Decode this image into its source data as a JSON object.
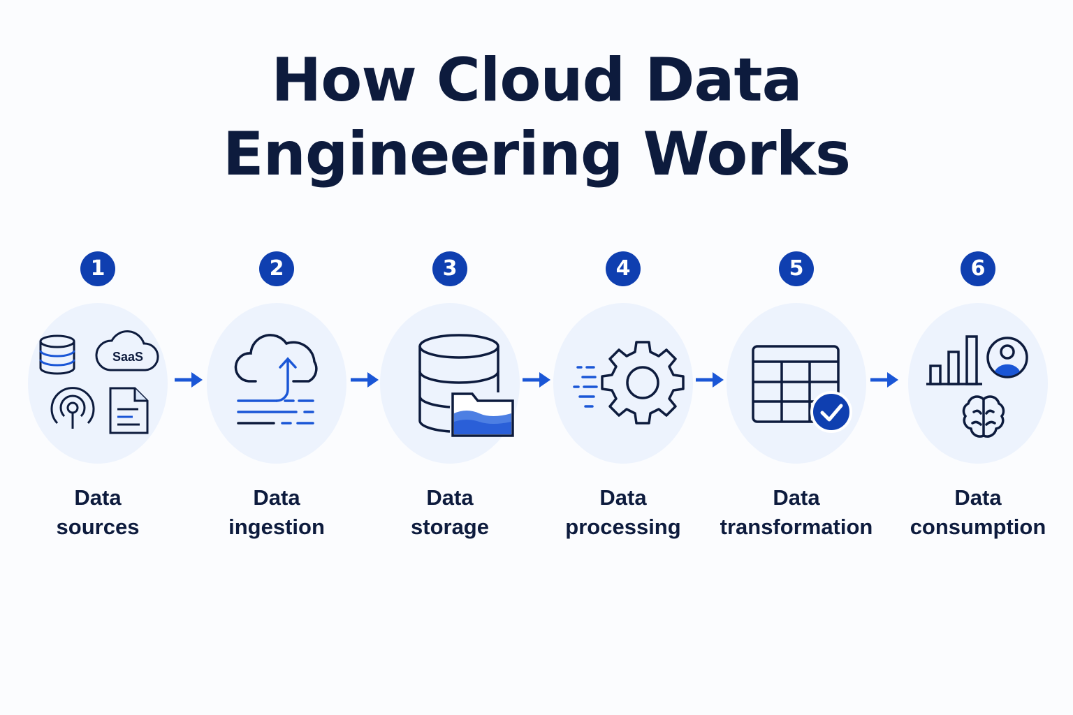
{
  "title": {
    "line1": "How Cloud Data",
    "line2": "Engineering Works"
  },
  "colors": {
    "navy": "#0d1b3d",
    "accent_blue": "#1a56d6",
    "badge_blue": "#0f3fb0",
    "bubble_bg": "#edf3fd"
  },
  "steps": [
    {
      "number": "1",
      "line1": "Data",
      "line2": "sources",
      "icons": [
        "database-icon",
        "saas-cloud-icon",
        "iot-signal-icon",
        "document-icon"
      ],
      "saas_text": "SaaS"
    },
    {
      "number": "2",
      "line1": "Data",
      "line2": "ingestion",
      "icons": [
        "cloud-upload-icon",
        "data-stream-lines-icon"
      ]
    },
    {
      "number": "3",
      "line1": "Data",
      "line2": "storage",
      "icons": [
        "database-icon",
        "folder-icon"
      ]
    },
    {
      "number": "4",
      "line1": "Data",
      "line2": "processing",
      "icons": [
        "gear-icon",
        "speed-lines-icon"
      ]
    },
    {
      "number": "5",
      "line1": "Data",
      "line2": "transformation",
      "icons": [
        "table-icon",
        "checkmark-badge-icon"
      ]
    },
    {
      "number": "6",
      "line1": "Data",
      "line2": "consumption",
      "icons": [
        "bar-chart-icon",
        "user-avatar-icon",
        "brain-icon"
      ]
    }
  ],
  "connectors": [
    "arrow-right-icon",
    "arrow-right-icon",
    "arrow-right-icon",
    "arrow-right-icon",
    "arrow-right-icon"
  ]
}
